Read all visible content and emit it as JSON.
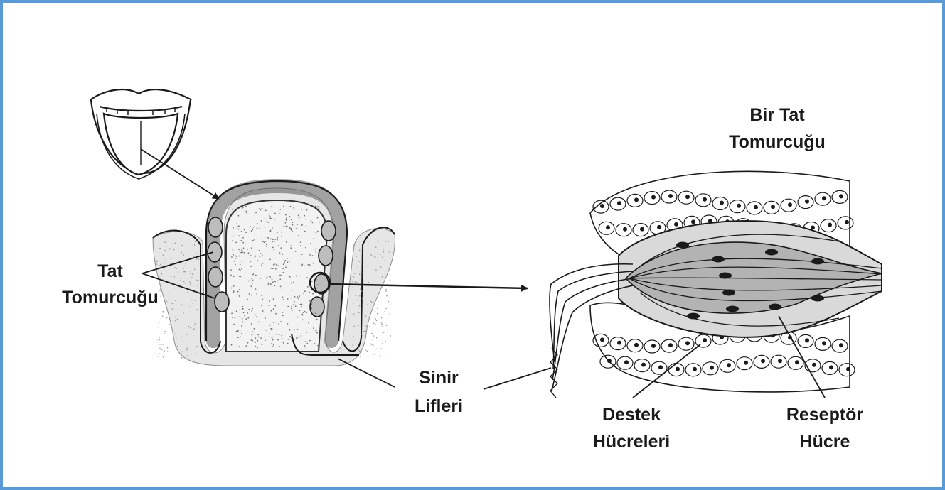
{
  "labels": {
    "tat_tomurcugu": [
      "Tat",
      "Tomurcuğu"
    ],
    "bir_tat_tomurcugu": [
      "Bir Tat",
      "Tomurcuğu"
    ],
    "sinir_lifleri": [
      "Sinir",
      "Lifleri"
    ],
    "destek_hucreleri": [
      "Destek",
      "Hücreleri"
    ],
    "reseptor_hucre": [
      "Reseptör",
      "Hücre"
    ]
  },
  "colors": {
    "frame_border": "#5b9bd5",
    "ink": "#1a1a1a",
    "stipple": "#8c8c8c"
  }
}
